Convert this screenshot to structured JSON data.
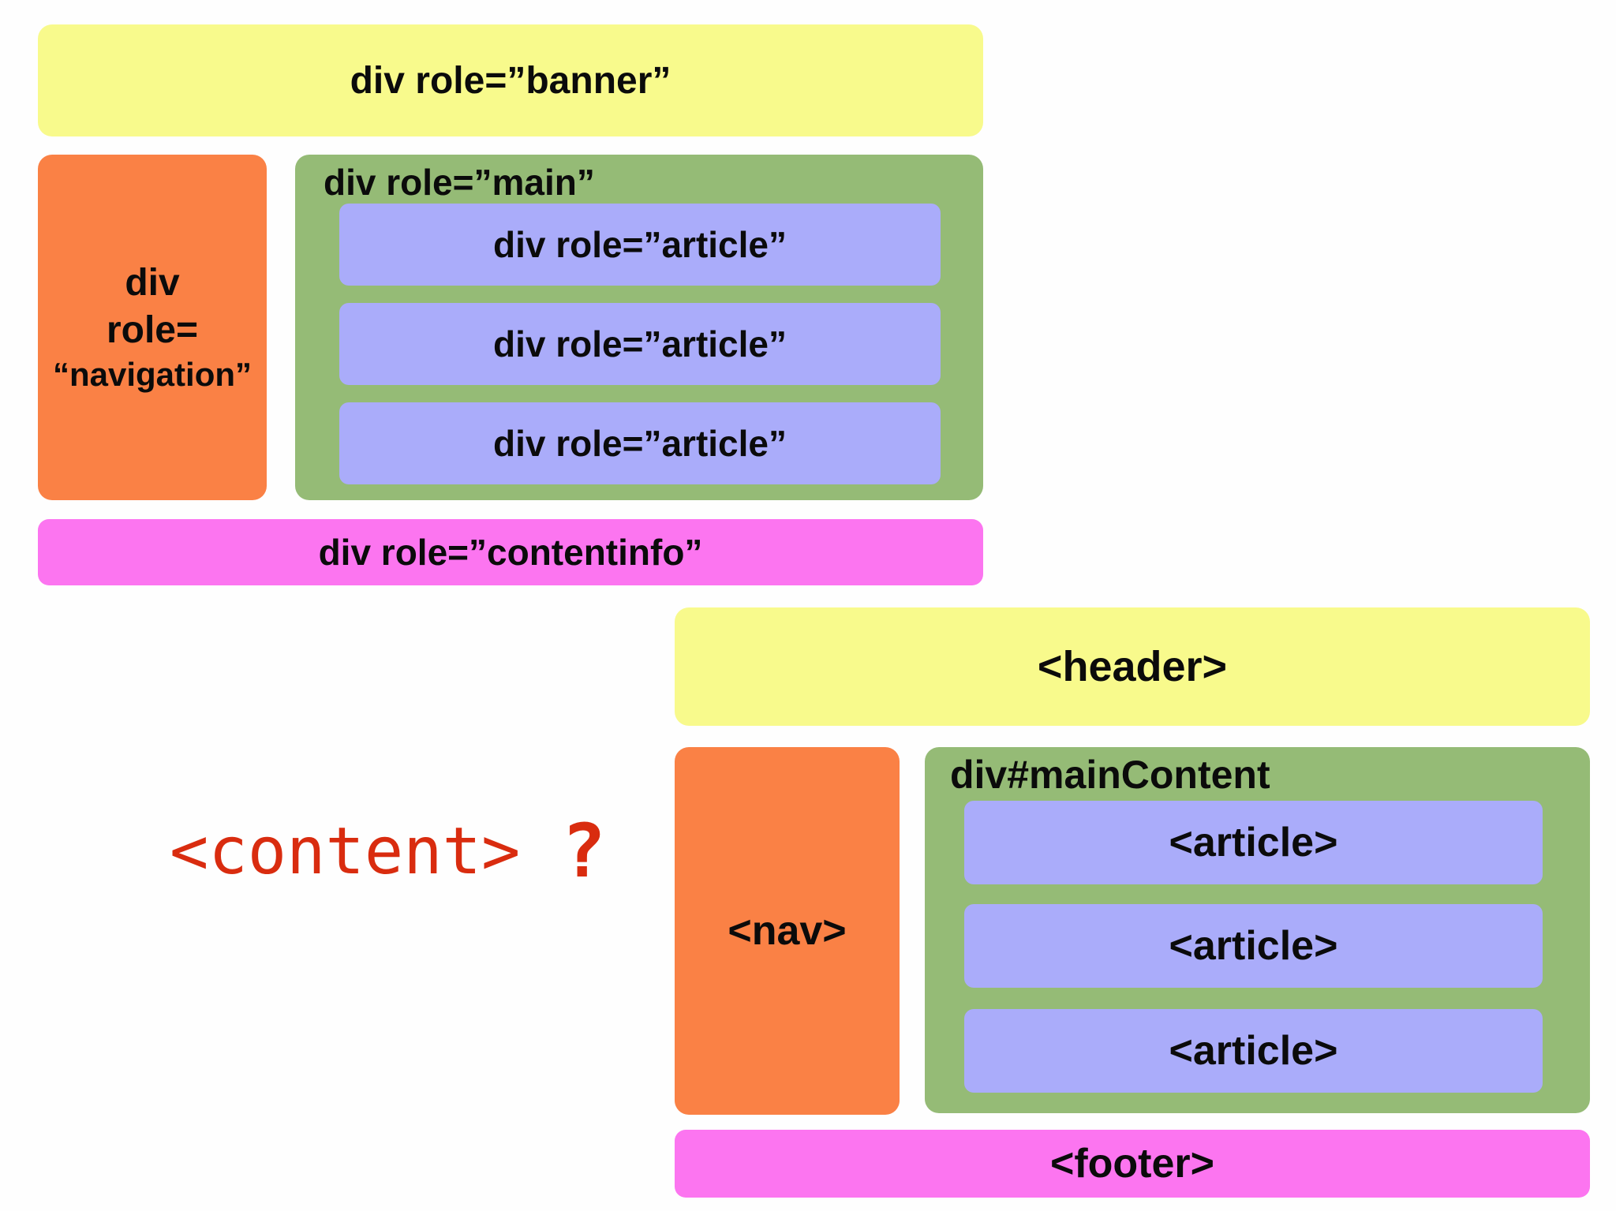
{
  "palette": {
    "yellow": "#f8fa8c",
    "orange": "#fa8145",
    "green": "#95bb76",
    "purple": "#aaacfa",
    "magenta": "#fc75f0",
    "red": "#d92c0f",
    "text": "#0b0b0b",
    "background": "#fefefe"
  },
  "aria_diagram": {
    "banner_label": "div role=”banner”",
    "navigation": {
      "line1": "div",
      "line2": "role=",
      "line3": "“navigation”"
    },
    "main_label": "div role=”main”",
    "articles": [
      "div role=”article”",
      "div role=”article”",
      "div role=”article”"
    ],
    "contentinfo_label": "div role=”contentinfo”"
  },
  "annotation": {
    "tag": "<content>",
    "question_mark": "?"
  },
  "html5_diagram": {
    "header_label": "<header>",
    "nav_label": "<nav>",
    "main_label": "div#mainContent",
    "articles": [
      "<article>",
      "<article>",
      "<article>"
    ],
    "footer_label": "<footer>"
  }
}
